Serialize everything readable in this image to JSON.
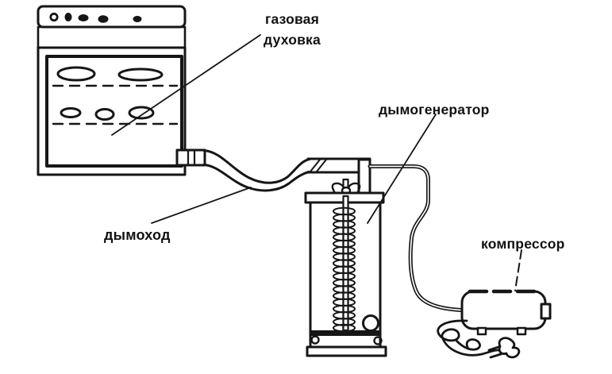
{
  "diagram": {
    "labels": {
      "gas_oven": "газовая\nдуховка",
      "smoke_generator": "дымогенератор",
      "chimney": "дымоход",
      "compressor": "компрессор"
    },
    "colors": {
      "ink": "#161616",
      "background": "#ffffff",
      "text": "#111111"
    }
  }
}
